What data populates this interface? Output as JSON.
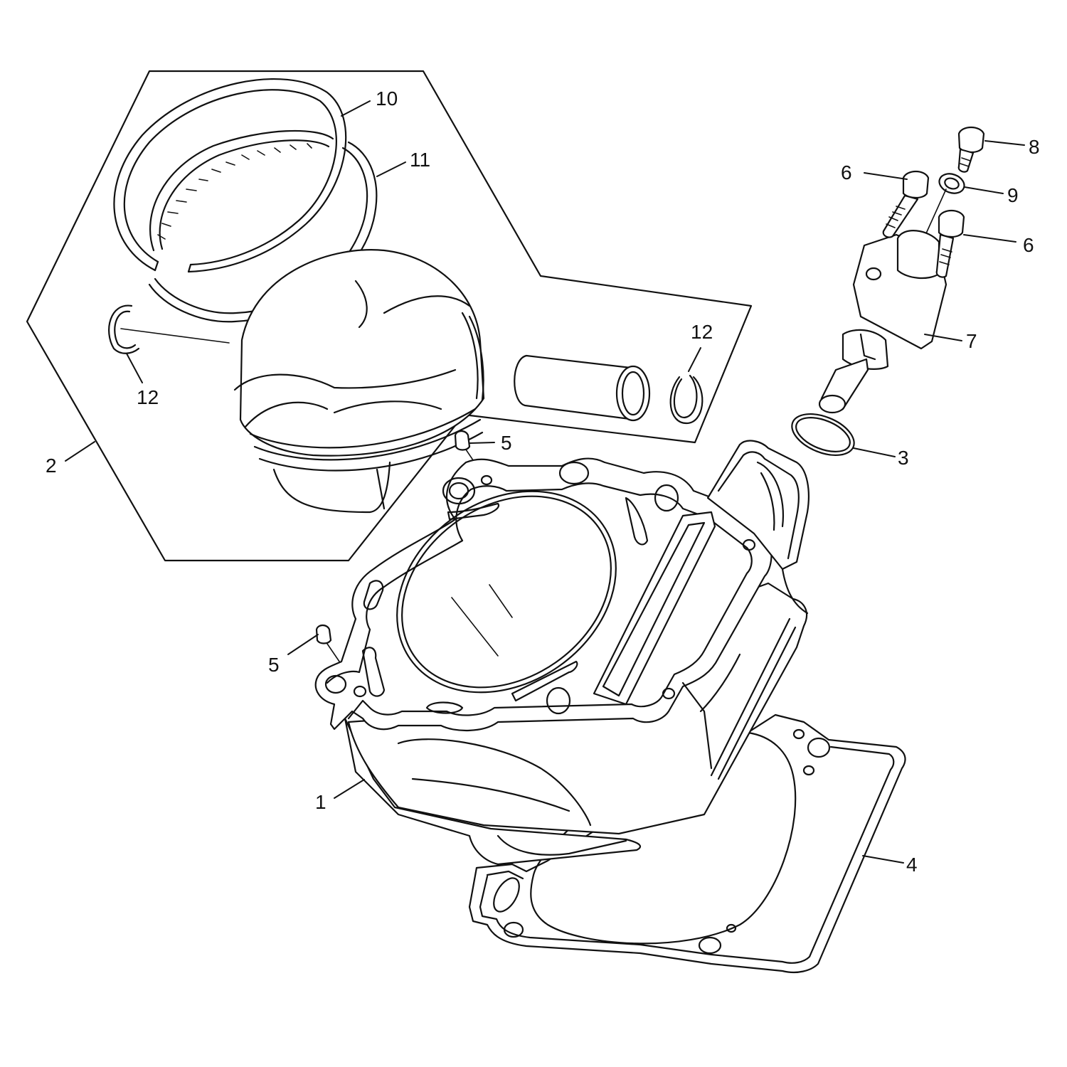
{
  "colors": {
    "line": "#111111",
    "background": "#ffffff"
  },
  "callouts": [
    {
      "id": "c1",
      "text": "1"
    },
    {
      "id": "c2",
      "text": "2"
    },
    {
      "id": "c3",
      "text": "3"
    },
    {
      "id": "c4",
      "text": "4"
    },
    {
      "id": "c5a",
      "text": "5"
    },
    {
      "id": "c5b",
      "text": "5"
    },
    {
      "id": "c6a",
      "text": "6"
    },
    {
      "id": "c6b",
      "text": "6"
    },
    {
      "id": "c7",
      "text": "7"
    },
    {
      "id": "c8",
      "text": "8"
    },
    {
      "id": "c9",
      "text": "9"
    },
    {
      "id": "c10",
      "text": "10"
    },
    {
      "id": "c11",
      "text": "11"
    },
    {
      "id": "c12a",
      "text": "12"
    },
    {
      "id": "c12b",
      "text": "12"
    }
  ]
}
